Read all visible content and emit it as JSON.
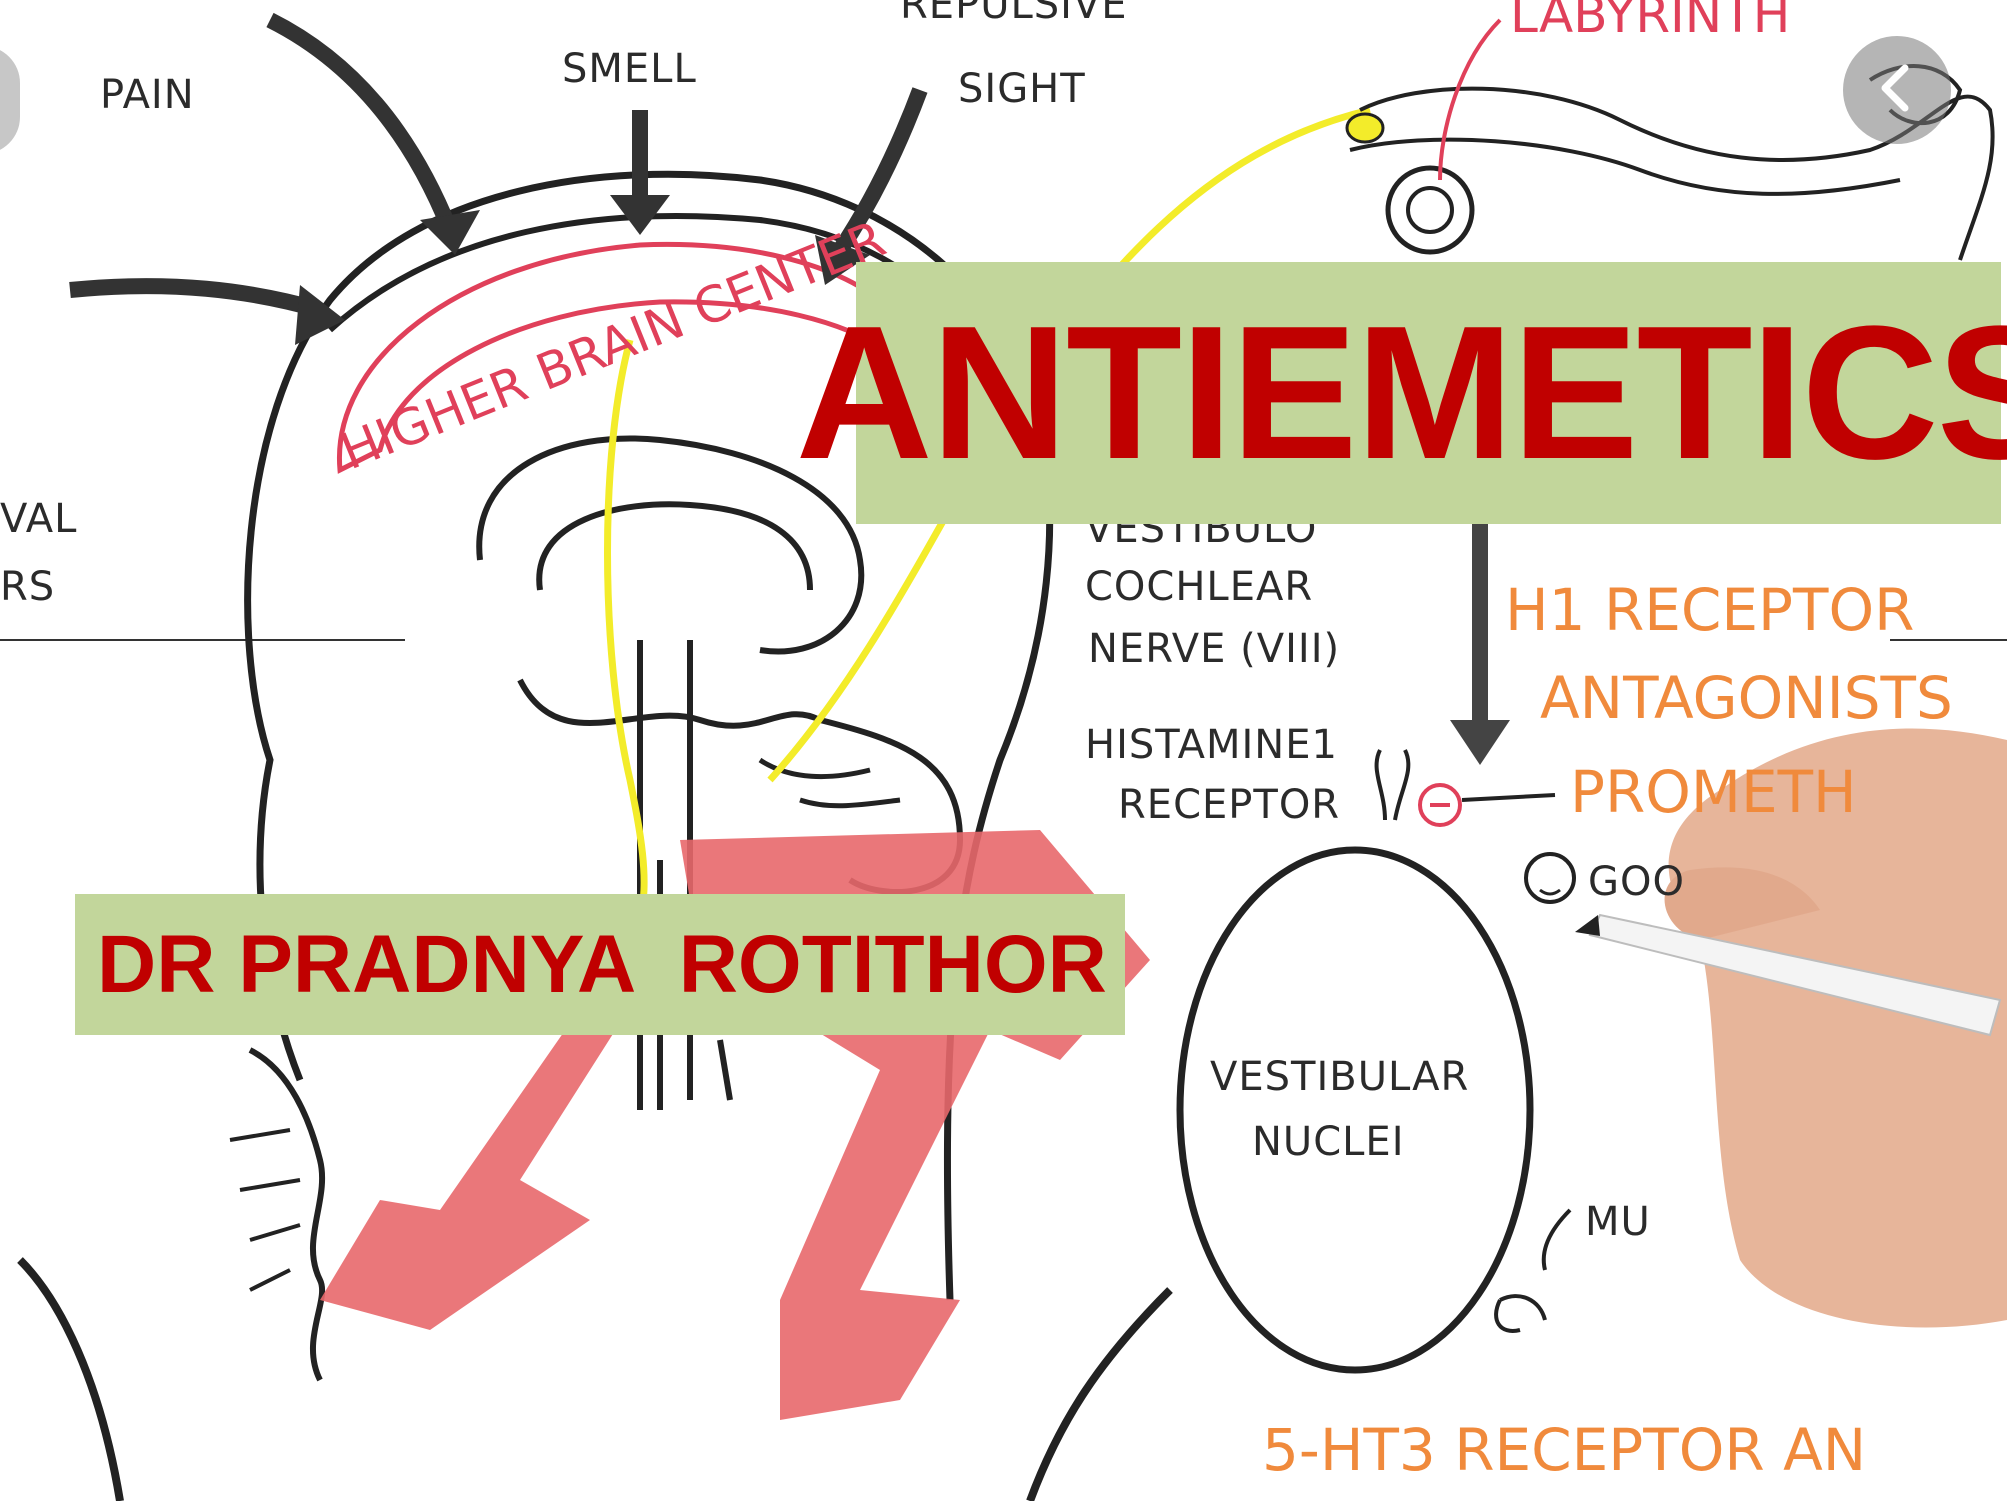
{
  "slide": {
    "title": "ANTIEMETICS",
    "author": "DR PRADNYA  ROTITHOR"
  },
  "illustration": {
    "labels": {
      "pain": "PAIN",
      "smell": "SMELL",
      "repulsive_sight_top": "REPULSIVE",
      "sight": "SIGHT",
      "labyrinth": "LABYRINTH",
      "higher_brain_center": "HIGHER BRAIN CENTER",
      "val": "VAL",
      "rs": "RS",
      "vestibulo": "VESTIBULO",
      "cochlear": "COCHLEAR",
      "nerve": "NERVE (VIII)",
      "histamine": "HISTAMINE1",
      "receptor": "RECEPTOR",
      "h1_receptor": "H1 RECEPTOR",
      "antagonists": "ANTAGONISTS",
      "prometh": "PROMETH",
      "goo": "GOO",
      "vestibular": "VESTIBULAR",
      "nuclei": "NUCLEI",
      "mu": "MU",
      "five_ht3": "5-HT3 RECEPTOR AN"
    }
  },
  "controls": {
    "back_icon": "chevron-left-icon"
  },
  "colors": {
    "title_box": "#c2d69b",
    "title_text": "#c00000",
    "sketch_red": "#e0405a",
    "sketch_orange": "#f08a3c",
    "sketch_yellow": "#f3ec2a",
    "arrow_red": "#e8686b"
  }
}
